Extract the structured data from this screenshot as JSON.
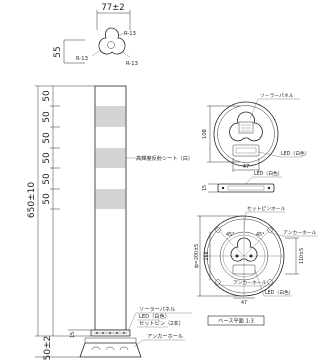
{
  "top_view": {
    "width_dim": "77±2",
    "height_dim": "55",
    "radius_right_top": "R-13",
    "radius_left": "R-13",
    "radius_right_bottom": "R-13"
  },
  "side_view": {
    "segment_dims": [
      "50",
      "50",
      "50",
      "50",
      "50",
      "50"
    ],
    "total_height": "650±10",
    "base_height": "50±2",
    "ring_height": "15",
    "reflective_sheet_label": "高輝度反射シート（白）",
    "solar_panel_label": "ソーラーパネル",
    "led_label": "LED（白色）",
    "set_pin_label": "セットピン（2本）",
    "anchor_hole_label": "アンカーホール"
  },
  "head_detail": {
    "solar_panel_label": "ソーラーパネル",
    "led_label": "LED（白色）",
    "height_dim": "108",
    "width_dim": "47"
  },
  "led_strip": {
    "label": "LED（白色）",
    "height_dim": "15"
  },
  "base_plan": {
    "set_pin_hole_label": "セットピンホール",
    "anchor_hole_label_right": "アンカーホール",
    "anchor_hole_label_bottom": "アンカーホール",
    "led_label": "LED（白色）",
    "angle_a": "45°",
    "angle_b": "45°",
    "radius_dim": "ф=200±5",
    "inner_dim": "168",
    "right_dim": "110±5",
    "bottom_dim": "47",
    "caption": "ベース平面 1:3"
  }
}
